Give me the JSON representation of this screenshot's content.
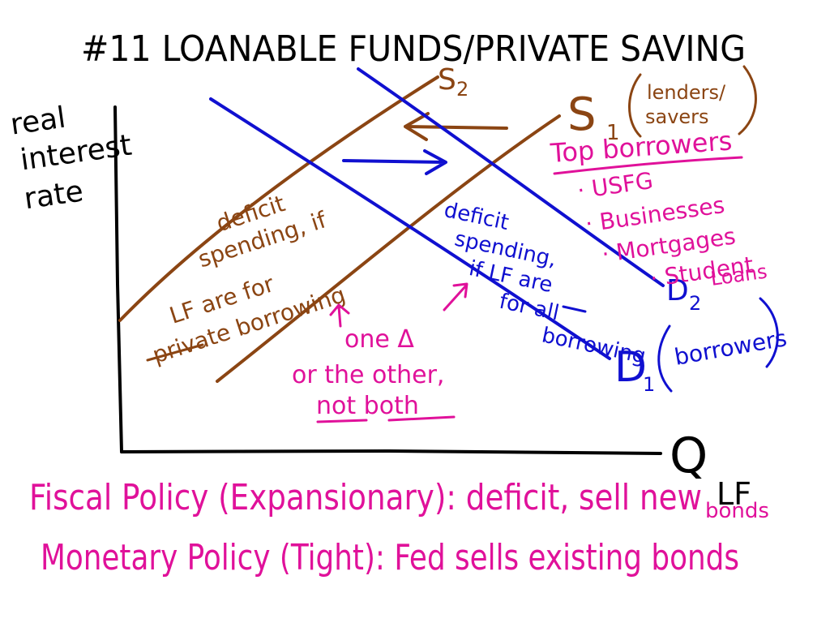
{
  "colors": {
    "ink": "#000000",
    "supply": "#8B4513",
    "demand": "#1010d0",
    "notes": "#e0119a"
  },
  "title": "#11 LOANABLE FUNDS/PRIVATE SAVING",
  "axes": {
    "y_label_lines": [
      "real",
      "interest",
      "rate"
    ],
    "x_label_main": "Q",
    "x_label_sub": "LF"
  },
  "supply": {
    "s1_label": "S",
    "s1_subscript": "1",
    "s1_note_lines": [
      "lenders/",
      "savers"
    ],
    "s2_label": "S",
    "s2_subscript": "2",
    "annotation_lines": [
      "deficit",
      "spending, if",
      "LF are for",
      "private borrowing"
    ]
  },
  "demand": {
    "d1_label": "D",
    "d1_subscript": "1",
    "d1_note": "borrowers",
    "d2_label": "D",
    "d2_subscript": "2",
    "annotation_lines": [
      "deficit",
      "spending,",
      "if LF are",
      "for all",
      "borrowing"
    ]
  },
  "borrowers_list": {
    "heading": "Top borrowers",
    "items": [
      "· USFG",
      "· Businesses",
      "· Mortgages",
      "· Student",
      "Loans"
    ]
  },
  "either_note": {
    "lines": [
      "one Δ",
      "or the other,",
      "not both"
    ]
  },
  "policies": {
    "fiscal": "Fiscal Policy (Expansionary): deficit, sell new",
    "fiscal_tail": "bonds",
    "monetary": "Monetary Policy (Tight): Fed sells existing bonds"
  }
}
